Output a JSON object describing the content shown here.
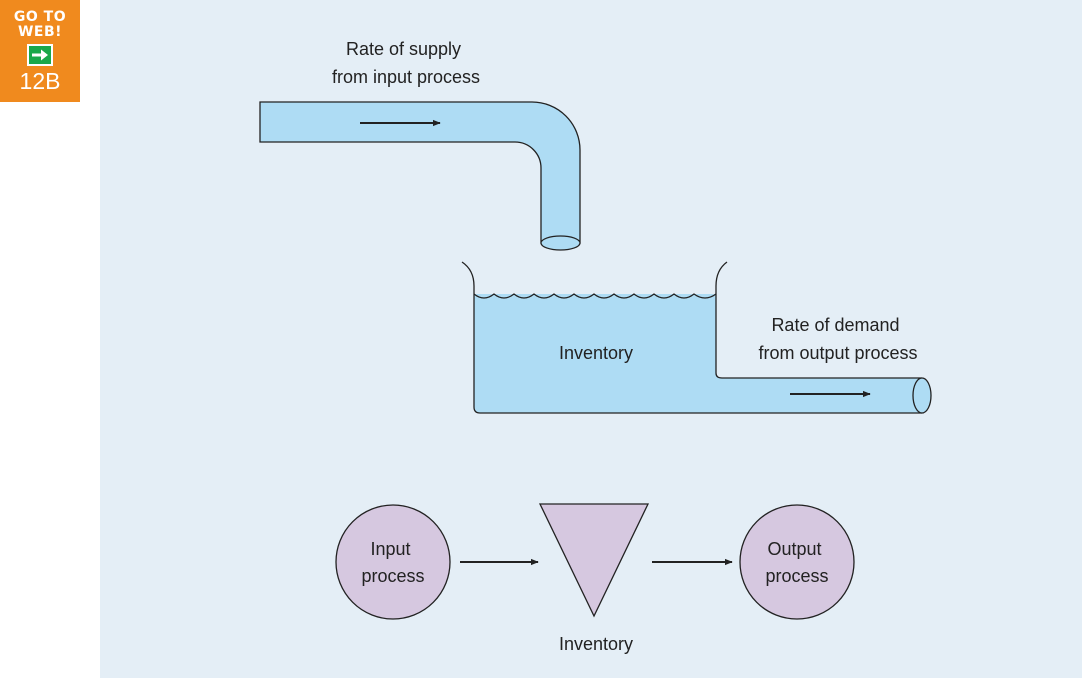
{
  "badge": {
    "line1": "GO TO",
    "line2": "WEB!",
    "code": "12B",
    "arrow_icon": "right-arrow-icon",
    "colors": {
      "background": "#f08a1e",
      "arrow_box": "#1aa84a"
    }
  },
  "diagram": {
    "supply_label": [
      "Rate of supply",
      "from input process"
    ],
    "tank_label": "Inventory",
    "demand_label": [
      "Rate of demand",
      "from output process"
    ],
    "input_node": [
      "Input",
      "process"
    ],
    "inventory_node": "Inventory",
    "output_node": [
      "Output",
      "process"
    ],
    "colors": {
      "panel": "#e4eef6",
      "water": "#aedcf4",
      "node": "#d6c8e0",
      "stroke": "#222222"
    }
  }
}
